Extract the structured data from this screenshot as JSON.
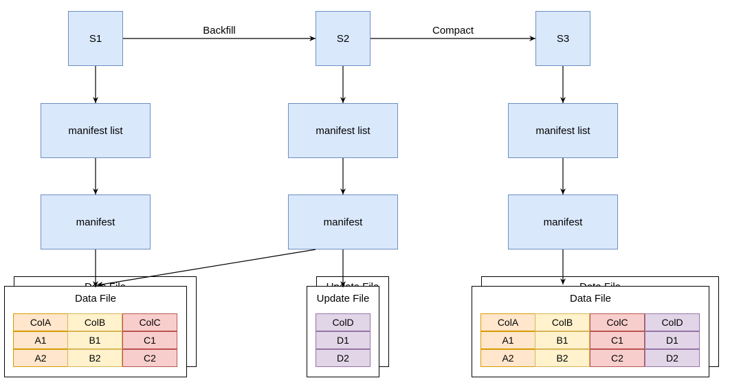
{
  "snapshots": [
    {
      "id": "s1",
      "label": "S1"
    },
    {
      "id": "s2",
      "label": "S2"
    },
    {
      "id": "s3",
      "label": "S3"
    }
  ],
  "transitions": [
    {
      "from": "s1",
      "to": "s2",
      "label": "Backfill"
    },
    {
      "from": "s2",
      "to": "s3",
      "label": "Compact"
    }
  ],
  "manifest_list_label": "manifest list",
  "manifest_label": "manifest",
  "files": [
    {
      "id": "file1",
      "title": "Data File",
      "back_title": "Data File",
      "columns": [
        {
          "header": "ColA",
          "cells": [
            "A1",
            "A2"
          ],
          "color": "orange"
        },
        {
          "header": "ColB",
          "cells": [
            "B1",
            "B2"
          ],
          "color": "yellow"
        },
        {
          "header": "ColC",
          "cells": [
            "C1",
            "C2"
          ],
          "color": "red"
        }
      ]
    },
    {
      "id": "file2",
      "title": "Update File",
      "back_title": "Update File",
      "columns": [
        {
          "header": "ColD",
          "cells": [
            "D1",
            "D2"
          ],
          "color": "purple"
        }
      ]
    },
    {
      "id": "file3",
      "title": "Data File",
      "back_title": "Data File",
      "columns": [
        {
          "header": "ColA",
          "cells": [
            "A1",
            "A2"
          ],
          "color": "orange"
        },
        {
          "header": "ColB",
          "cells": [
            "B1",
            "B2"
          ],
          "color": "yellow"
        },
        {
          "header": "ColC",
          "cells": [
            "C1",
            "C2"
          ],
          "color": "red"
        },
        {
          "header": "ColD",
          "cells": [
            "D1",
            "D2"
          ],
          "color": "purple"
        }
      ]
    }
  ],
  "colors": {
    "node_fill": "#dae8fc",
    "node_stroke": "#6c8ebf",
    "orange": {
      "fill": "#ffe6cc",
      "stroke": "#d79b00"
    },
    "yellow": {
      "fill": "#fff2cc",
      "stroke": "#d6b656"
    },
    "red": {
      "fill": "#f8cecc",
      "stroke": "#b85450"
    },
    "purple": {
      "fill": "#e1d5e7",
      "stroke": "#9673a6"
    }
  }
}
